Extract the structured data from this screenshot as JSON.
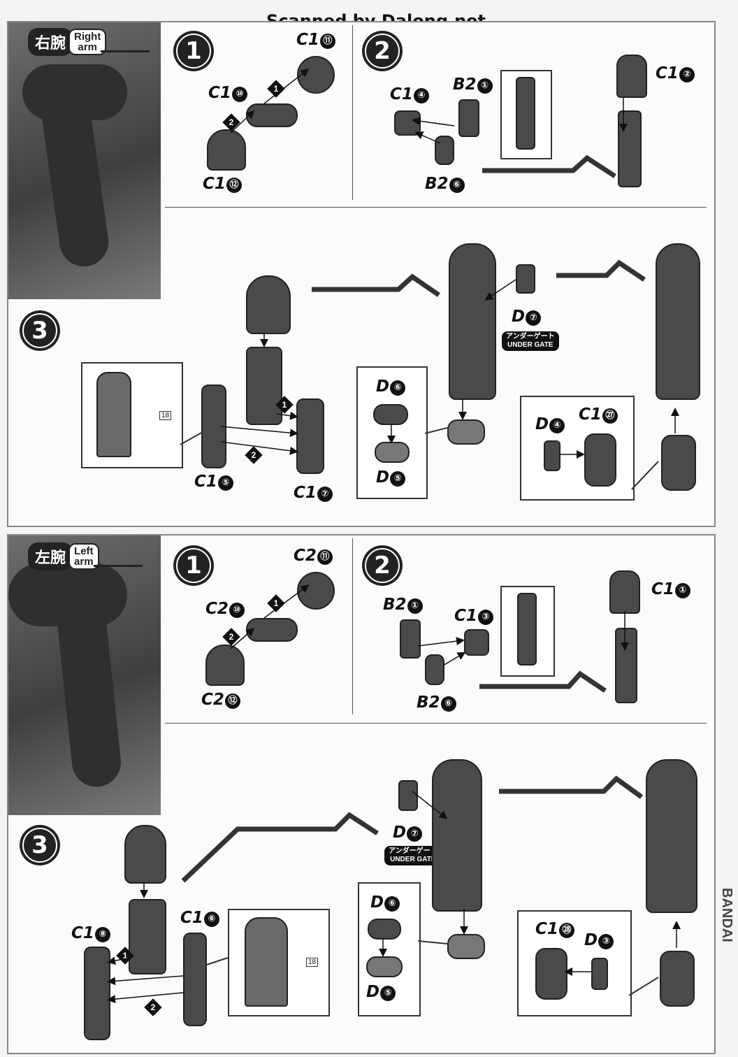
{
  "header": {
    "scan_credit": "Scanned by Dalong.net"
  },
  "right_arm": {
    "title_ja": "右腕",
    "title_en_1": "Right",
    "title_en_2": "arm",
    "step1": {
      "number": "1",
      "parts": [
        "C1",
        "C1",
        "C1"
      ],
      "nums": [
        "⑪",
        "⑩",
        "⑫"
      ]
    },
    "step2": {
      "number": "2",
      "parts": [
        "B2",
        "C1",
        "B2",
        "C1"
      ],
      "nums": [
        "①",
        "④",
        "⑥",
        "②"
      ]
    },
    "step3": {
      "number": "3",
      "parts": [
        "C1",
        "C1",
        "D",
        "D",
        "D",
        "D",
        "C1"
      ],
      "nums": [
        "⑤",
        "⑦",
        "⑥",
        "⑤",
        "⑦",
        "④",
        "㉗"
      ],
      "gate_ja": "アンダーゲート",
      "gate_en": "UNDER GATE",
      "sticker": "18"
    }
  },
  "left_arm": {
    "title_ja": "左腕",
    "title_en_1": "Left",
    "title_en_2": "arm",
    "step1": {
      "number": "1",
      "parts": [
        "C2",
        "C2",
        "C2"
      ],
      "nums": [
        "⑪",
        "⑩",
        "⑫"
      ]
    },
    "step2": {
      "number": "2",
      "parts": [
        "B2",
        "C1",
        "B2",
        "C1"
      ],
      "nums": [
        "①",
        "③",
        "⑥",
        "①"
      ]
    },
    "step3": {
      "number": "3",
      "parts": [
        "C1",
        "C1",
        "D",
        "D",
        "D",
        "C1",
        "D"
      ],
      "nums": [
        "⑧",
        "⑥",
        "⑦",
        "⑥",
        "⑤",
        "㉘",
        "③"
      ],
      "gate_ja": "アンダーゲート",
      "gate_en": "UNDER GATE",
      "sticker": "18"
    }
  },
  "order_marks": [
    "1",
    "2"
  ],
  "maker": "BANDAI"
}
